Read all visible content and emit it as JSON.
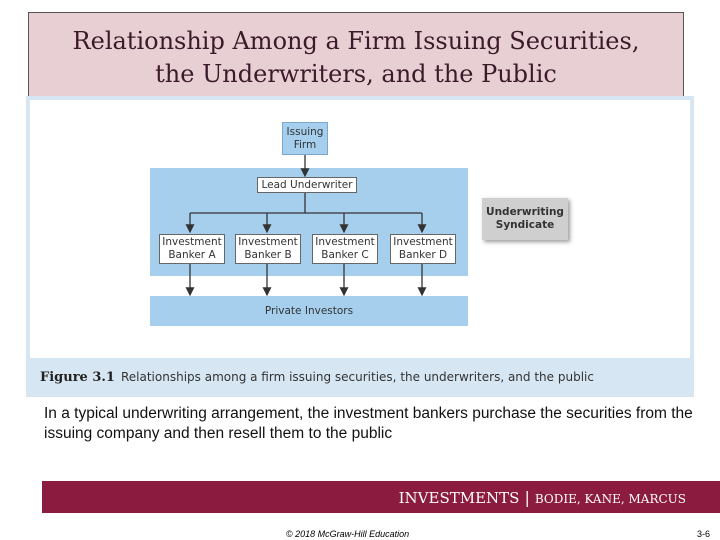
{
  "slide_title": {
    "line1": "Relationship Among a Firm Issuing Securities,",
    "line2": "the Underwriters, and the Public"
  },
  "figure": {
    "nodes": {
      "issuing_firm": "Issuing\nFirm",
      "lead_underwriter": "Lead Underwriter",
      "bankers": [
        "Investment\nBanker A",
        "Investment\nBanker B",
        "Investment\nBanker C",
        "Investment\nBanker D"
      ],
      "syndicate": "Underwriting\nSyndicate",
      "private_investors": "Private Investors"
    },
    "caption_label": "Figure 3.1",
    "caption_text": "Relationships among a firm issuing securities, the underwriters, and the public"
  },
  "body_text": "In a typical underwriting arrangement, the investment bankers purchase the securities from the issuing company and then resell them to the public",
  "footer": {
    "brand_main": "INVESTMENTS",
    "brand_sep": "|",
    "brand_authors": "BODIE, KANE, MARCUS",
    "copyright": "© 2018 McGraw-Hill Education",
    "page_number": "3-6"
  },
  "colors": {
    "title_bg": "#e8cfd4",
    "figure_panel": "#d6e7f3",
    "diagram_blue": "#a6cfee",
    "syndicate_gray": "#cfcfcf",
    "footer_bar": "#8b1c40"
  }
}
